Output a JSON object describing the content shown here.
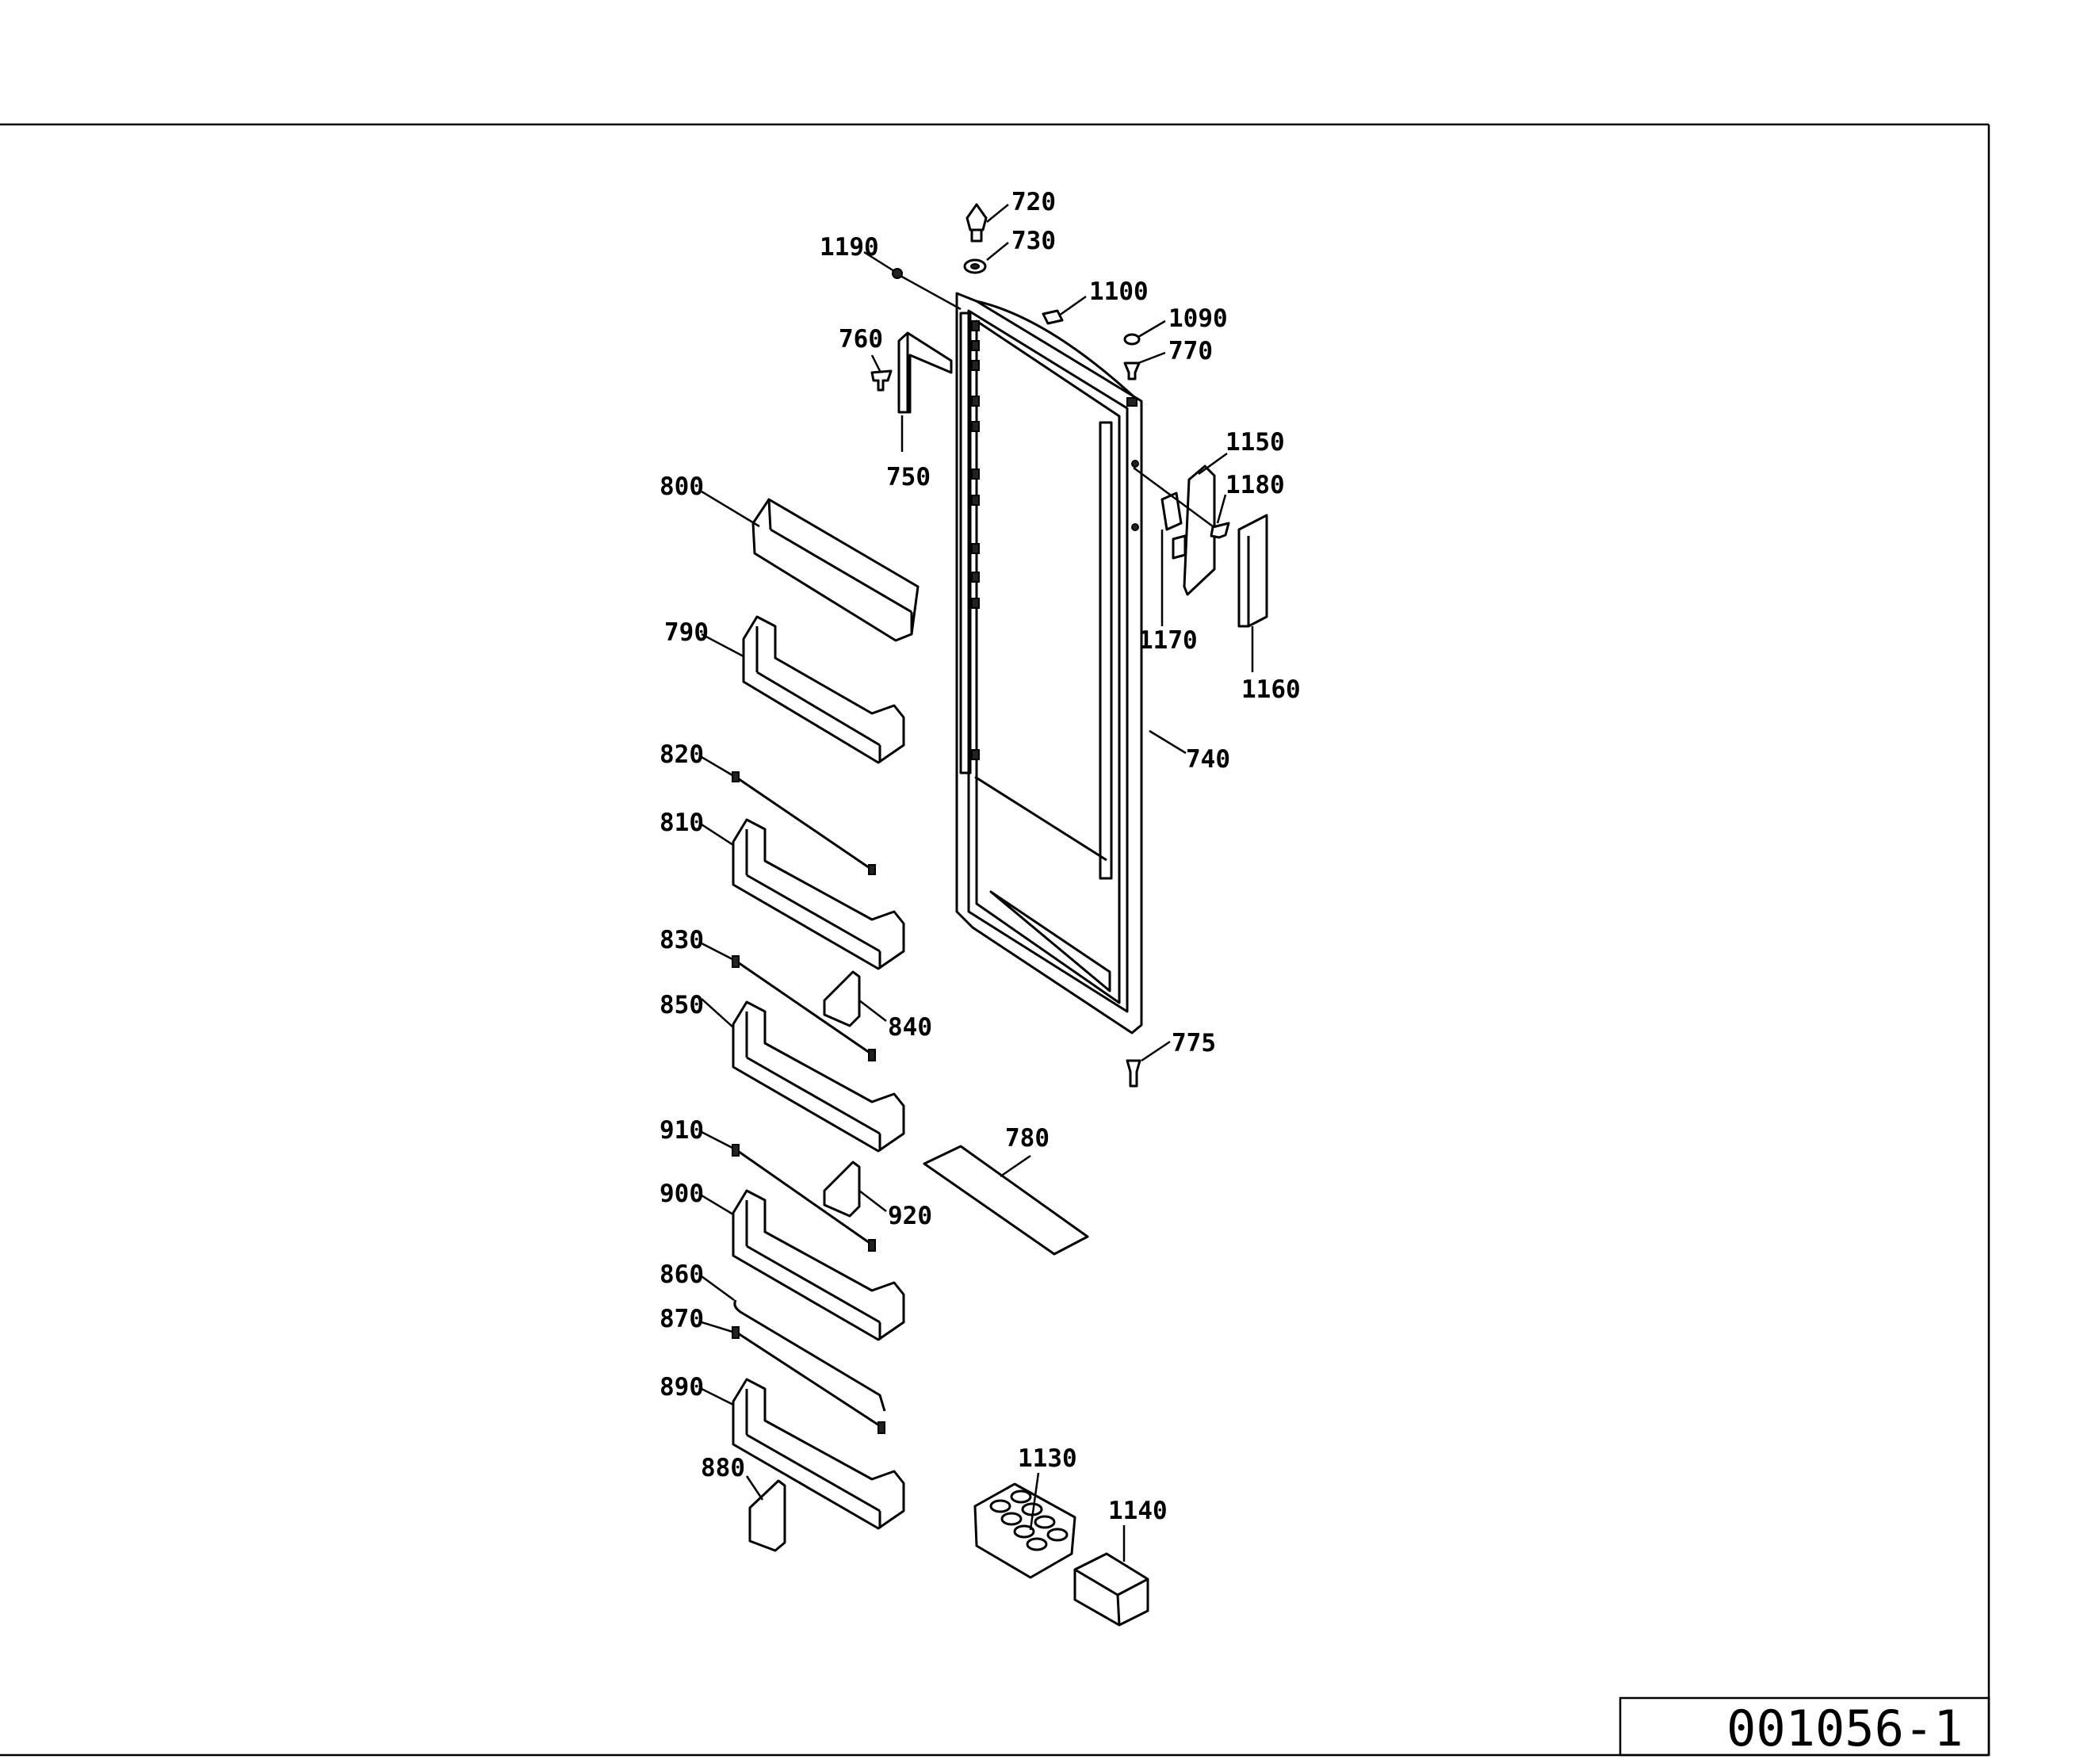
{
  "drawing_code": "001056-1",
  "labels": {
    "l720": "720",
    "l730": "730",
    "l1190": "1190",
    "l1100": "1100",
    "l1090": "1090",
    "l760": "760",
    "l770": "770",
    "l750": "750",
    "l1150": "1150",
    "l1180": "1180",
    "l800": "800",
    "l1170": "1170",
    "l1160": "1160",
    "l790": "790",
    "l740": "740",
    "l820": "820",
    "l810": "810",
    "l830": "830",
    "l840": "840",
    "l850": "850",
    "l775": "775",
    "l780": "780",
    "l910": "910",
    "l920": "920",
    "l900": "900",
    "l860": "860",
    "l870": "870",
    "l890": "890",
    "l880": "880",
    "l1130": "1130",
    "l1140": "1140"
  }
}
